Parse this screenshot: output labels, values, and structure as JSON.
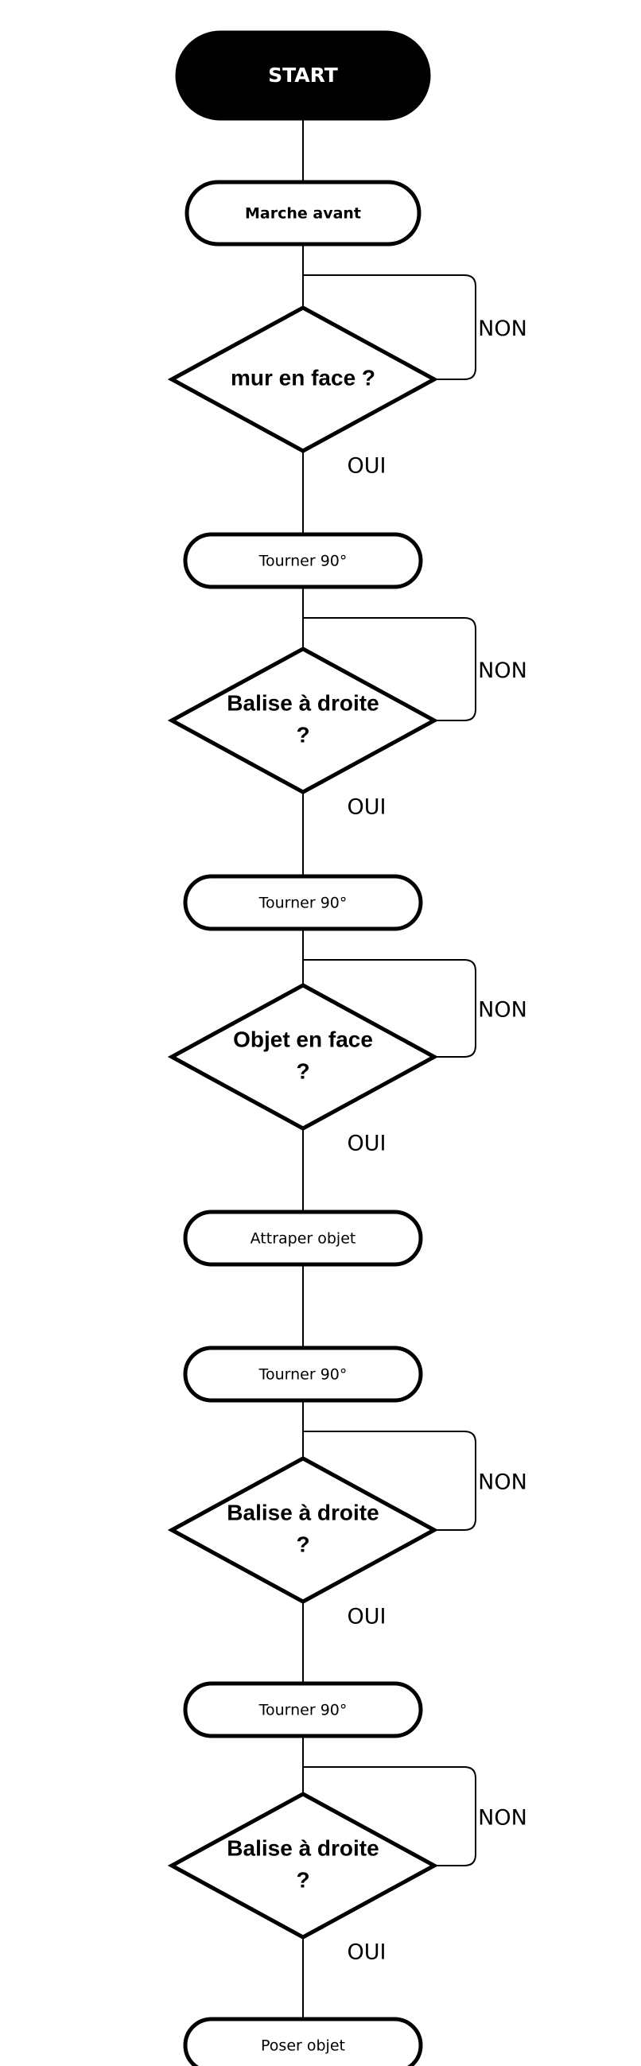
{
  "colors": {
    "stroke": "#000000",
    "fill": "#ffffff",
    "start_fill": "#000000",
    "start_text": "#ffffff"
  },
  "nodes": [
    {
      "id": "start",
      "type": "terminal",
      "label": "START"
    },
    {
      "id": "p1",
      "type": "process",
      "label": "Marche avant",
      "bold": true
    },
    {
      "id": "d1",
      "type": "decision",
      "lines": [
        "mur en face ?"
      ],
      "yes": "OUI",
      "no": "NON"
    },
    {
      "id": "p2",
      "type": "process",
      "label": "Tourner 90°"
    },
    {
      "id": "d2",
      "type": "decision",
      "lines": [
        "Balise à droite",
        "?"
      ],
      "yes": "OUI",
      "no": "NON"
    },
    {
      "id": "p3",
      "type": "process",
      "label": "Tourner 90°"
    },
    {
      "id": "d3",
      "type": "decision",
      "lines": [
        "Objet en face",
        "?"
      ],
      "yes": "OUI",
      "no": "NON"
    },
    {
      "id": "p4",
      "type": "process",
      "label": "Attraper objet"
    },
    {
      "id": "p5",
      "type": "process",
      "label": "Tourner 90°"
    },
    {
      "id": "d4",
      "type": "decision",
      "lines": [
        "Balise à droite",
        "?"
      ],
      "yes": "OUI",
      "no": "NON"
    },
    {
      "id": "p6",
      "type": "process",
      "label": "Tourner 90°"
    },
    {
      "id": "d5",
      "type": "decision",
      "lines": [
        "Balise à droite",
        "?"
      ],
      "yes": "OUI",
      "no": "NON"
    },
    {
      "id": "p7",
      "type": "process",
      "label": "Poser objet"
    }
  ]
}
